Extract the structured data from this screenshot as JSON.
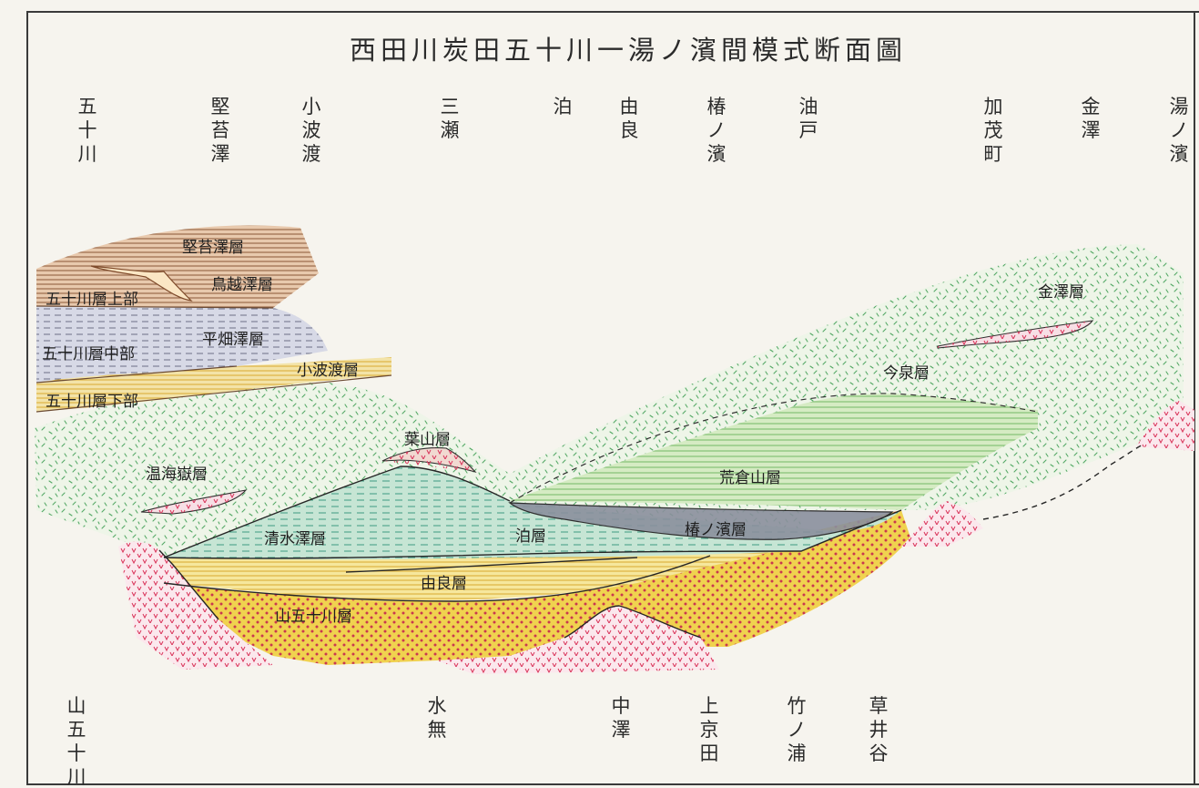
{
  "title": "西田川炭田五十川一湯ノ濱間模式断面圖",
  "top_places": [
    "五十川",
    "堅苔澤",
    "小波渡",
    "三瀬",
    "泊",
    "由良",
    "椿ノ濱",
    "油戸",
    "加茂町",
    "金澤",
    "湯ノ濱"
  ],
  "bottom_places": [
    "山五十川",
    "水無",
    "中澤",
    "上京田",
    "竹ノ浦",
    "草井谷"
  ],
  "layers": {
    "katanorisawa": "堅苔澤層",
    "torigoesawa": "鳥越澤層",
    "isogawa_upper": "五十川層上部",
    "heibatasawa": "平畑澤層",
    "isogawa_middle": "五十川層中部",
    "kobato": "小波渡層",
    "isogawa_lower": "五十川層下部",
    "kanazawa": "金澤層",
    "imaizumi": "今泉層",
    "hayama": "葉山層",
    "atsumi": "温海嶽層",
    "arakurayama": "荒倉山層",
    "shimizusawa": "清水澤層",
    "tomari": "泊層",
    "tsubakinohama": "椿ノ濱層",
    "yura": "由良層",
    "yamaisogawa": "山五十川層"
  },
  "colors": {
    "frame": "#3a3a3a",
    "tuff_green": "#53a864",
    "andesite_red": "#d9345a",
    "yamaisogawa_yellow": "#e9c73c",
    "yura_yellow": "#f0d86e",
    "shimizusawa_green": "#7fc3a8",
    "arakurayama_green": "#b9d891",
    "tsubakinohama_gray": "#8a8f9c",
    "katanorisawa_brown": "#b6794f",
    "heibatasawa_gray": "#9aa0bc",
    "kobato_yellow": "#e9cd6a"
  }
}
